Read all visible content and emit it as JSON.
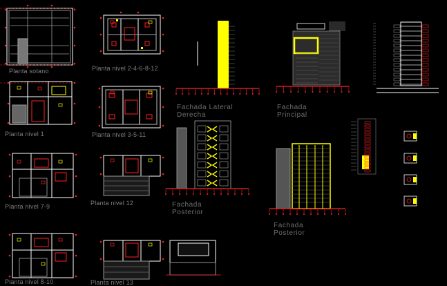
{
  "labels": {
    "planta_sotano": "Planta sotano",
    "planta_nivel_2468_12": "Planta nivel 2-4-6-8-12",
    "planta_nivel_1": "Planta nivel 1",
    "planta_nivel_35_11": "Planta nivel 3-5-11",
    "planta_nivel_79": "Planta nivel 7-9",
    "planta_nivel_12": "Planta nivel 12",
    "planta_nivel_810": "Planta nivel 8-10",
    "planta_nivel_13": "Planta nivel 13",
    "fachada_lateral_line1": "Fachada Lateral",
    "fachada_lateral_line2": "Derecha",
    "fachada_principal_line1": "Fachada",
    "fachada_principal_line2": "Principal",
    "fachada_posterior_a_line1": "Fachada",
    "fachada_posterior_a_line2": "Posterior",
    "fachada_posterior_b_line1": "Fachada",
    "fachada_posterior_b_line2": "Posterior"
  },
  "colors": {
    "background": "#000000",
    "wall": "#ffffff",
    "axis": "#ff2020",
    "accent": "#ffff00",
    "label": "#7e7e7e",
    "gray": "#8c8c8c",
    "cyan": "#00c8c8",
    "magenta": "#ff00ff"
  }
}
